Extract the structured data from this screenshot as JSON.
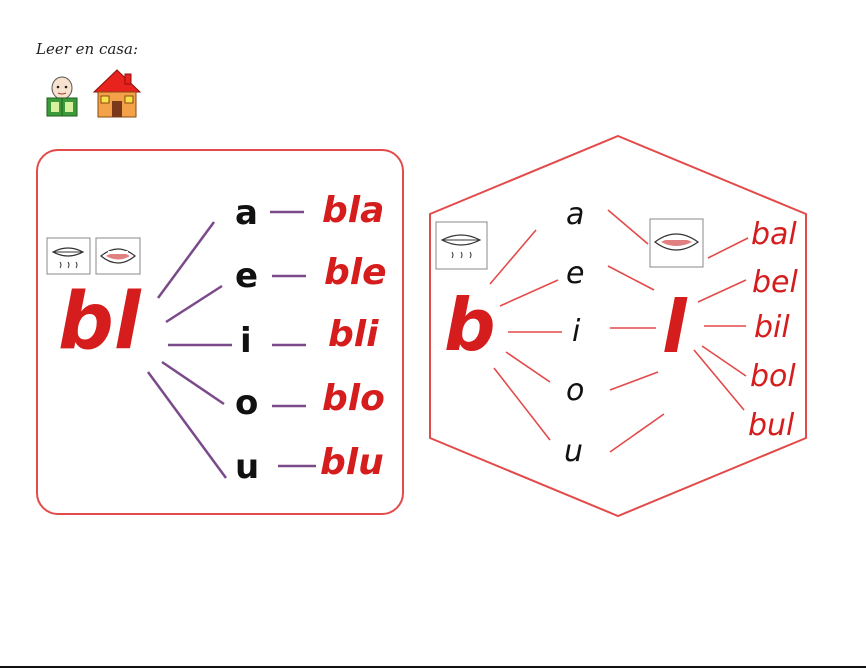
{
  "header": {
    "label": "Leer en casa:"
  },
  "icons": {
    "reader": "reading-child-icon",
    "house": "house-icon",
    "lips_closed": "closed-lips-icon",
    "mouth_open": "open-mouth-icon"
  },
  "left_panel": {
    "consonant": "bl",
    "vowels": [
      "a",
      "e",
      "i",
      "o",
      "u"
    ],
    "syllables": [
      "bla",
      "ble",
      "bli",
      "blo",
      "blu"
    ]
  },
  "right_panel": {
    "start": "b",
    "end": "l",
    "vowels": [
      "a",
      "e",
      "i",
      "o",
      "u"
    ],
    "syllables": [
      "bal",
      "bel",
      "bil",
      "bol",
      "bul"
    ]
  },
  "colors": {
    "accent": "#d51d1d",
    "border": "#e34a4a",
    "text": "#111111",
    "line": "#7a4a8a"
  }
}
